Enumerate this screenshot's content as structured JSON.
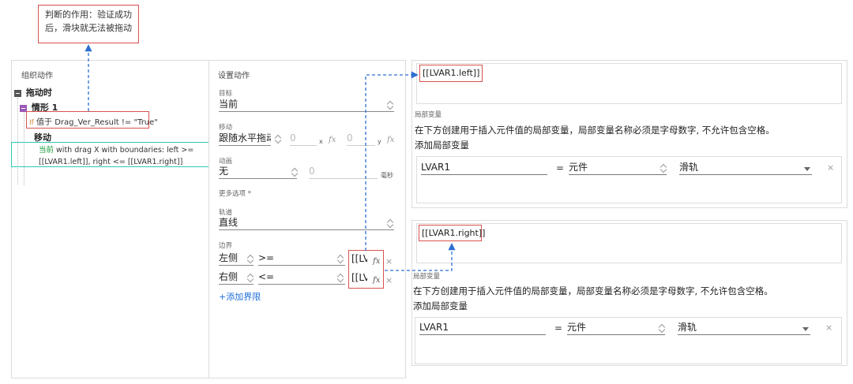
{
  "annotation": {
    "line1": "判断的作用：验证成功",
    "line2": "后，滑块就无法被拖动"
  },
  "left_panel": {
    "title": "组织动作",
    "event": "拖动时",
    "case": "情形 1",
    "condition_prefix": "If",
    "condition": "值于 Drag_Ver_Result != \"True\"",
    "action": "移动",
    "detail_target": "当前",
    "detail_line1": " with drag X  with boundaries: left >=",
    "detail_line2": "[[LVAR1.left]], right <= [[LVAR1.right]]"
  },
  "middle_panel": {
    "title": "设置动作",
    "target_label": "目标",
    "target_value": "当前",
    "move_label": "移动",
    "move_value": "跟随水平拖动",
    "move_x_value": "0",
    "move_x_label": "x",
    "move_y_value": "0",
    "move_y_label": "y",
    "animation_label": "动画",
    "animation_value": "无",
    "animation_duration": "0",
    "animation_unit": "毫秒",
    "more_options": "更多选项 *",
    "track_label": "轨道",
    "track_value": "直线",
    "bounds_label": "边界",
    "left_side": "左侧",
    "left_op": ">=",
    "left_value": "[[LV",
    "right_side": "右侧",
    "right_op": "<=",
    "right_value": "[[LV",
    "add_bound": "+添加界限",
    "fx_symbol": "fx",
    "remove_symbol": "×"
  },
  "right_top": {
    "expression": "[[LVAR1.left]]",
    "local_var_title": "局部变量",
    "description": "在下方创建用于插入元件值的局部变量，局部变量名称必须是字母数字, 不允许包含空格。",
    "add_link": "添加局部变量",
    "var_name": "LVAR1",
    "equals": "=",
    "var_type": "元件",
    "var_widget": "滑轨",
    "remove_symbol": "×"
  },
  "right_bottom": {
    "expression": "[[LVAR1.right]]",
    "local_var_title": "局部变量",
    "description": "在下方创建用于插入元件值的局部变量，局部变量名称必须是字母数字, 不允许包含空格。",
    "add_link": "添加局部变量",
    "var_name": "LVAR1",
    "equals": "=",
    "var_type": "元件",
    "var_widget": "滑轨",
    "remove_symbol": "×"
  },
  "colors": {
    "accent_green": "#1a9b3a",
    "accent_teal": "#2ec7b4",
    "link_blue": "#1e6fd9",
    "annotation_red": "#d9534f",
    "purple_box": "#9b59b6"
  }
}
